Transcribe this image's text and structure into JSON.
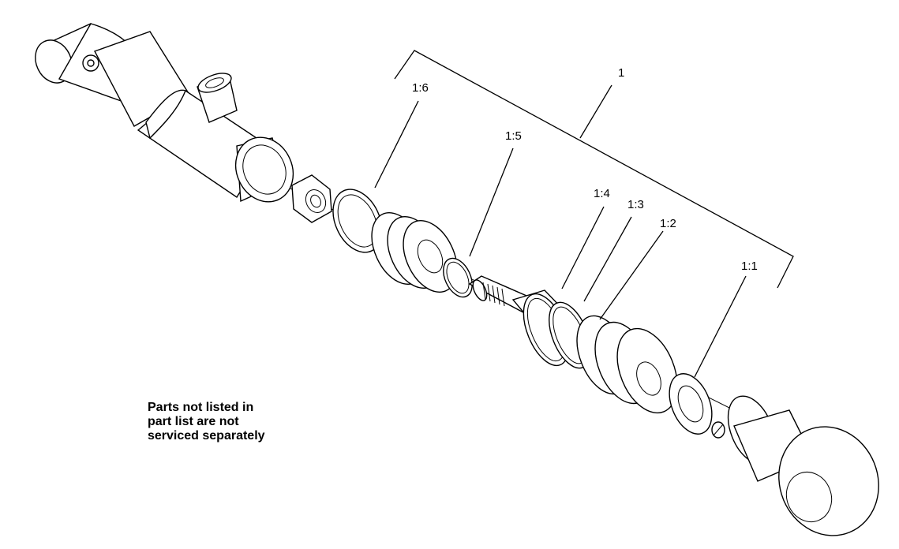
{
  "callouts": {
    "assembly": "1",
    "c1_1": "1:1",
    "c1_2": "1:2",
    "c1_3": "1:3",
    "c1_4": "1:4",
    "c1_5": "1:5",
    "c1_6": "1:6"
  },
  "note": {
    "line1": "Parts not listed in",
    "line2": "part list are not",
    "line3": "serviced separately"
  }
}
